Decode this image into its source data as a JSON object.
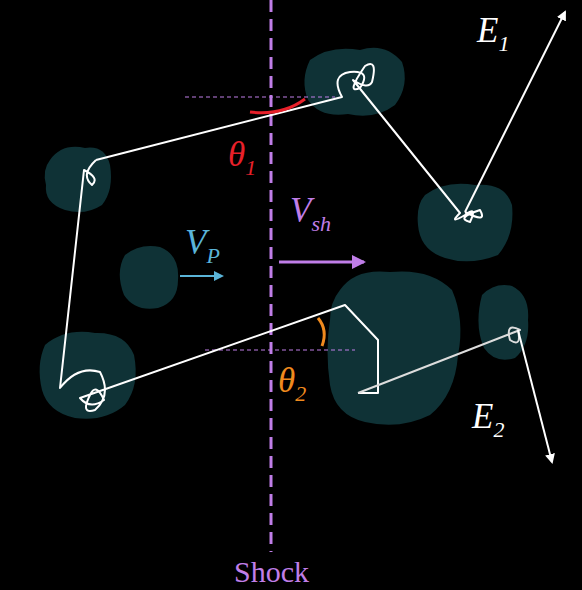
{
  "diagram": {
    "labels": [
      "E1",
      "θ1",
      "Vsh",
      "VP",
      "θ2",
      "E2",
      "Shock"
    ]
  }
}
